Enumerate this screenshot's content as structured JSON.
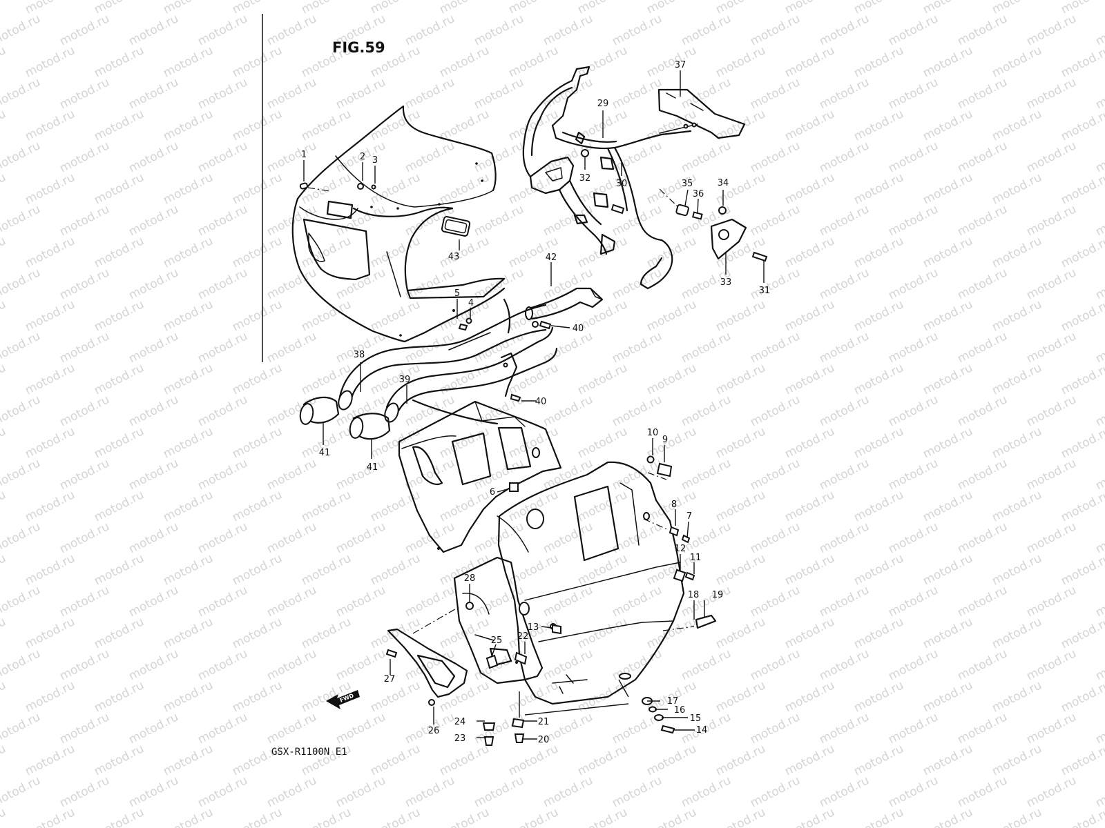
{
  "figure_title": "FIG.59",
  "model_code": "GSX-R1100N E1",
  "fwd_label": "FWD",
  "watermark_text": "motod.ru",
  "callouts": {
    "c1": "1",
    "c2": "2",
    "c3": "3",
    "c4": "4",
    "c5": "5",
    "c6": "6",
    "c7": "7",
    "c8": "8",
    "c9": "9",
    "c10": "10",
    "c11": "11",
    "c12": "12",
    "c13": "13",
    "c14": "14",
    "c15": "15",
    "c16": "16",
    "c17": "17",
    "c18": "18",
    "c19": "19",
    "c20": "20",
    "c21": "21",
    "c22": "22",
    "c23": "23",
    "c24": "24",
    "c25": "25",
    "c26": "26",
    "c27": "27",
    "c28": "28",
    "c29": "29",
    "c30": "30",
    "c31": "31",
    "c32": "32",
    "c33": "33",
    "c34": "34",
    "c35": "35",
    "c36": "36",
    "c37": "37",
    "c38": "38",
    "c39": "39",
    "c40a": "40",
    "c40b": "40",
    "c41a": "41",
    "c41b": "41",
    "c42": "42",
    "c43": "43"
  }
}
